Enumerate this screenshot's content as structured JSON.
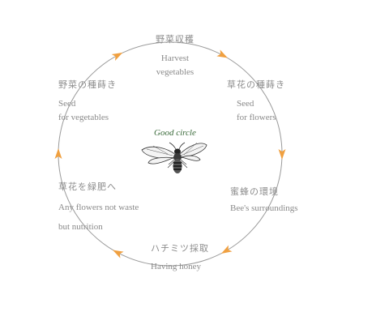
{
  "logo": {
    "text": "Good circle",
    "icon": "bee-icon"
  },
  "colors": {
    "circle": "#9a9a9a",
    "arrow": "#f0a040",
    "text": "#8a8a8a"
  },
  "steps": [
    {
      "ja": "野菜収穫",
      "en": "Harvest\nvegetables"
    },
    {
      "ja": "草花の種蒔き",
      "en": "Seed\nfor flowers"
    },
    {
      "ja": "蜜蜂の環境",
      "en": "Bee's surroundings"
    },
    {
      "ja": "ハチミツ採取",
      "en": "Having honey"
    },
    {
      "ja": "草花を緑肥へ",
      "en": "Any flowers not waste\nbut nutrition"
    },
    {
      "ja": "野菜の種蒔き",
      "en": "Seed\nfor vegetables"
    }
  ]
}
